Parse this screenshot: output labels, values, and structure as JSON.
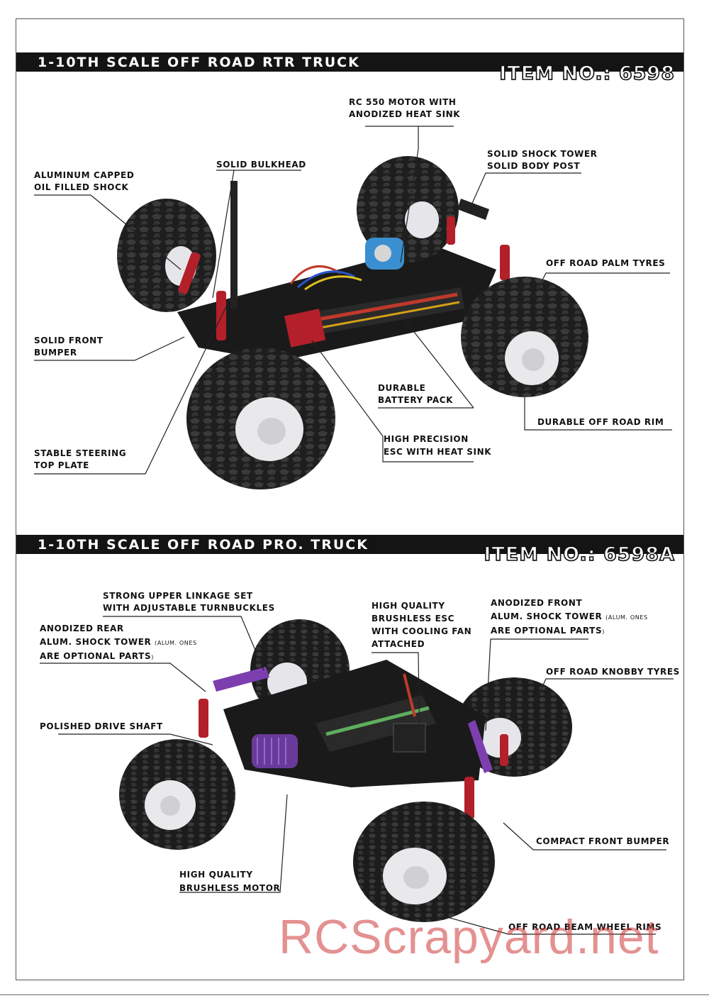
{
  "section1": {
    "title": "1-10TH SCALE OFF ROAD RTR TRUCK",
    "item_no": "ITEM NO.: 6598",
    "callouts": {
      "motor": [
        "RC 550 MOTOR WITH",
        "ANODIZED HEAT SINK"
      ],
      "shock_tower": [
        "SOLID SHOCK TOWER",
        "SOLID BODY POST"
      ],
      "bulkhead": [
        "SOLID BULKHEAD"
      ],
      "oil_shock": [
        "ALUMINUM CAPPED",
        "OIL FILLED SHOCK"
      ],
      "palm_tyres": [
        "OFF ROAD PALM TYRES"
      ],
      "front_bumper": [
        "SOLID FRONT",
        "BUMPER"
      ],
      "battery": [
        "DURABLE",
        "BATTERY PACK"
      ],
      "rim": [
        "DURABLE OFF ROAD RIM"
      ],
      "esc": [
        "HIGH PRECISION",
        "ESC WITH HEAT SINK"
      ],
      "steering": [
        "STABLE STEERING",
        "TOP PLATE"
      ]
    }
  },
  "section2": {
    "title": "1-10TH SCALE OFF ROAD PRO. TRUCK",
    "item_no": "ITEM NO.: 6598A",
    "callouts": {
      "linkage": [
        "STRONG  UPPER LINKAGE SET",
        "WITH ADJUSTABLE TURNBUCKLES"
      ],
      "esc": [
        "HIGH QUALITY",
        "BRUSHLESS ESC",
        "WITH COOLING FAN",
        "ATTACHED"
      ],
      "front_tower": [
        "ANODIZED FRONT",
        "ALUM. SHOCK TOWER",
        "ARE  OPTIONAL PARTS"
      ],
      "front_tower_paren": [
        "(ALUM. ONES",
        ")"
      ],
      "rear_tower": [
        "ANODIZED REAR",
        "ALUM. SHOCK TOWER",
        "ARE  OPTIONAL PARTS"
      ],
      "rear_tower_paren": [
        "(ALUM. ONES",
        ")"
      ],
      "knobby": [
        "OFF ROAD KNOBBY TYRES"
      ],
      "drive_shaft": [
        "POLISHED DRIVE SHAFT"
      ],
      "compact_bumper": [
        "COMPACT FRONT BUMPER"
      ],
      "motor": [
        "HIGH QUALITY",
        "BRUSHLESS MOTOR"
      ],
      "beam_rims": [
        "OFF ROAD BEAM WHEEL RIMS"
      ]
    }
  },
  "watermark": "RCScrapyard.net",
  "colors": {
    "banner": "#141414",
    "tire": "#1e1e1e",
    "rim": "#e9e9ec",
    "chassis": "#1a1a1a",
    "shock_red": "#b3202a",
    "motor_blue": "#3a8fd0",
    "motor_purple": "#6a3a9a",
    "battery_red": "#c0392b",
    "watermark": "#cd3737"
  }
}
